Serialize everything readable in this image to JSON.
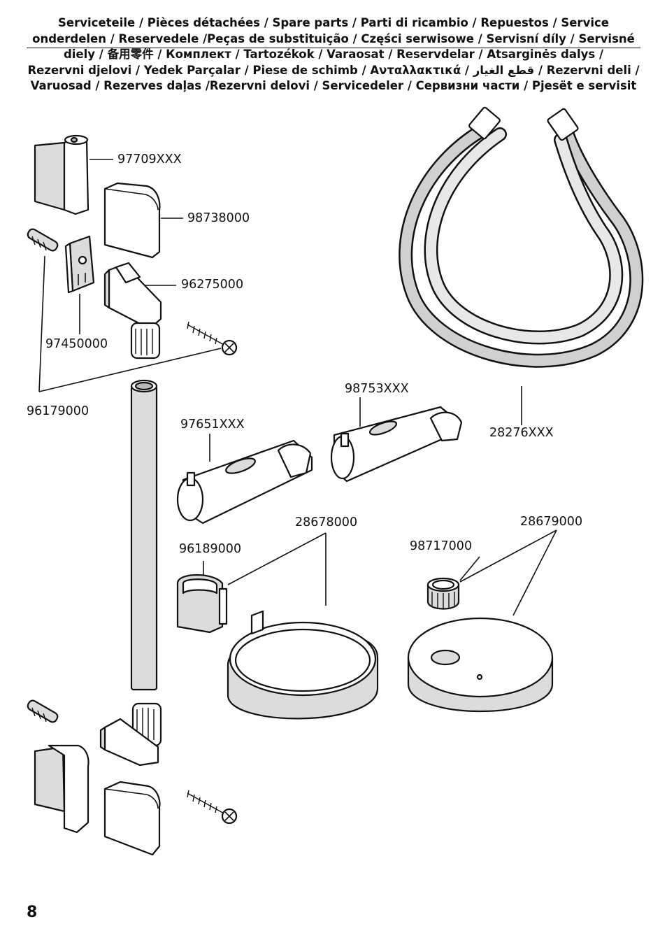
{
  "header": {
    "lines": [
      "Serviceteile / Pièces détachées / Spare parts / Parti di ricambio / Repuestos / Service",
      "onderdelen / Reservedele /Peças de substituição / Części serwisowe / Servisní díly / Servisné",
      "diely / 备用零件 / Комплект / Tartozékok / Varaosat / Reservdelar / Atsarginės dalys /",
      "Rezervni djelovi / Yedek Parçalar / Piese de schimb / Ανταλλακτικά / قطع الغيار / Rezervni deli /",
      "Varuosad / Rezerves daļas /Rezervni delovi / Servicedeler / Сервизни части / Pjesët e servisit"
    ]
  },
  "parts": {
    "p97709": "97709XXX",
    "p98738": "98738000",
    "p96275": "96275000",
    "p97450": "97450000",
    "p96179": "96179000",
    "p98753": "98753XXX",
    "p97651": "97651XXX",
    "p28276": "28276XXX",
    "p28678": "28678000",
    "p96189": "96189000",
    "p98717": "98717000",
    "p28679": "28679000"
  },
  "page_number": "8"
}
